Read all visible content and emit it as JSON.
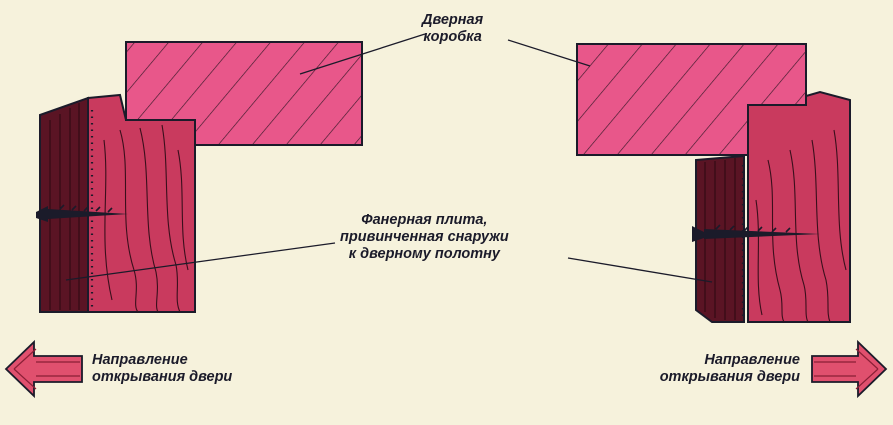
{
  "labels": {
    "door_frame": [
      "Дверная",
      "коробка"
    ],
    "plywood": [
      "Фанерная плита,",
      "привинченная снаружи",
      "к дверному полотну"
    ],
    "direction_left": [
      "Направление",
      "открывания двери"
    ],
    "direction_right": [
      "Направление",
      "открывания двери"
    ]
  },
  "colors": {
    "background": "#f6f2dc",
    "frame_fill": "#e8578a",
    "door_fill": "#c93a5e",
    "plywood_fill": "#5a1424",
    "arrow_fill": "#e0506e",
    "outline": "#1b1b2a"
  },
  "icons": [
    "arrow-left-icon",
    "arrow-right-icon",
    "screw-icon"
  ]
}
